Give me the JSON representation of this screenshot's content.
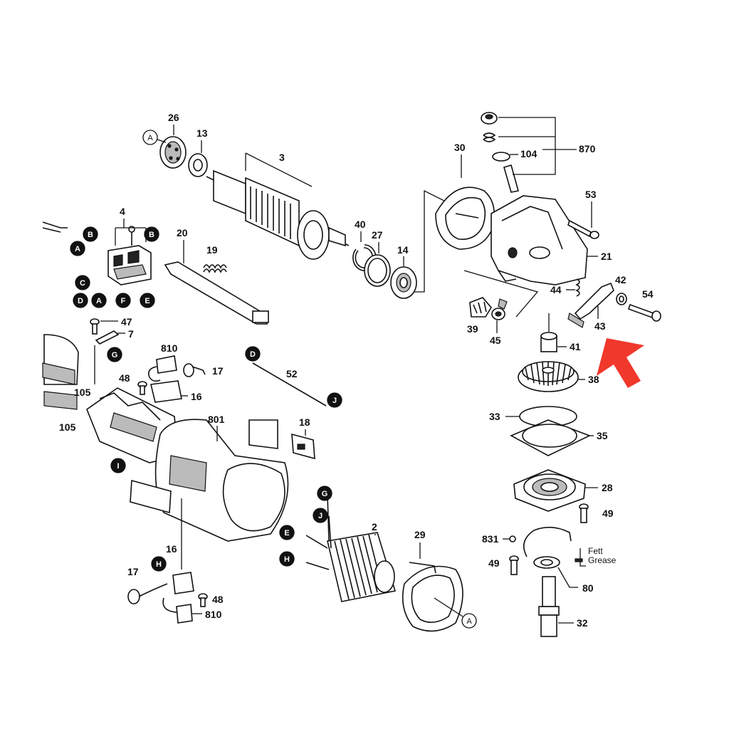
{
  "part_numbers": {
    "p26": "26",
    "p13": "13",
    "p3": "3",
    "p4": "4",
    "p20": "20",
    "p19": "19",
    "p40": "40",
    "p27": "27",
    "p14": "14",
    "p30": "30",
    "p104": "104",
    "p870": "870",
    "p53": "53",
    "p21": "21",
    "p42": "42",
    "p54": "54",
    "p44": "44",
    "p43": "43",
    "p39": "39",
    "p45": "45",
    "p41": "41",
    "p38": "38",
    "p33": "33",
    "p35": "35",
    "p28": "28",
    "p49a": "49",
    "p831": "831",
    "p49b": "49",
    "p80": "80",
    "p32": "32",
    "p47": "47",
    "p7": "7",
    "p810a": "810",
    "p17a": "17",
    "p48a": "48",
    "p16a": "16",
    "p105a": "105",
    "p105b": "105",
    "p52": "52",
    "p801": "801",
    "p18": "18",
    "p2": "2",
    "p29": "29",
    "p16b": "16",
    "p17b": "17",
    "p48b": "48",
    "p810b": "810"
  },
  "bubbles": {
    "A1": "A",
    "A2": "A",
    "A3": "A",
    "B1": "B",
    "B2": "B",
    "C1": "C",
    "D1": "D",
    "D2": "D",
    "E1": "E",
    "E2": "E",
    "F1": "F",
    "G1": "G",
    "G2": "G",
    "H1": "H",
    "H2": "H",
    "I1": "I",
    "J1": "J",
    "J2": "J"
  },
  "notes": {
    "fett": "Fett",
    "grease": "Grease"
  },
  "highlight": {
    "arrow_color": "#f0382b",
    "target_part": "43"
  }
}
